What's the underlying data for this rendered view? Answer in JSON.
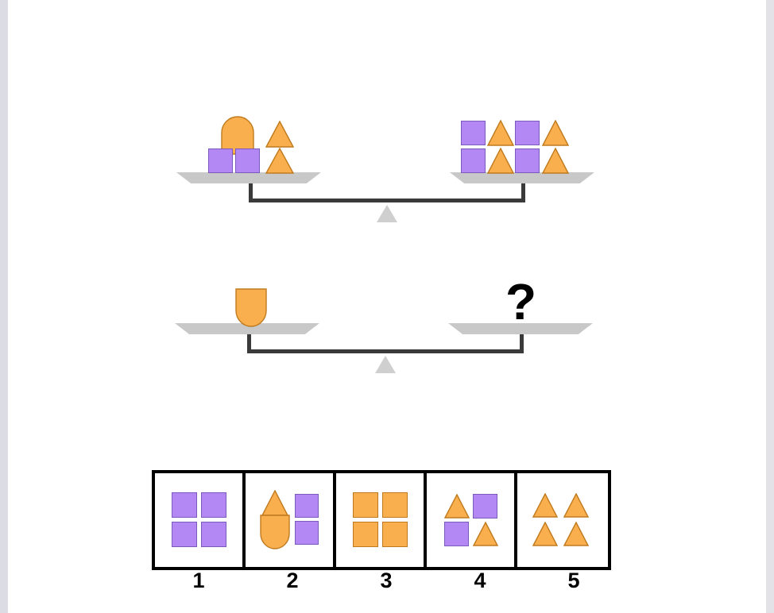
{
  "puzzle": {
    "type": "balance-scale-analogy",
    "colors": {
      "purple_fill": "#b388f5",
      "purple_stroke": "#7a5bbd",
      "orange_fill": "#f9af4e",
      "orange_stroke": "#c07a1e",
      "pan_gray": "#c8c8c8",
      "beam_dark": "#3a3a3a",
      "fulcrum_gray": "#cfcfcf",
      "box_border": "#000000",
      "page_background": "#ffffff",
      "edge_strip": "#dcdce4"
    },
    "question_mark": "?",
    "balances": [
      {
        "id": "balance-top",
        "state": "level",
        "left_pan": {
          "items": [
            {
              "shape": "dome",
              "color": "orange",
              "count": 1
            },
            {
              "shape": "square",
              "color": "purple",
              "count": 2
            },
            {
              "shape": "triangle",
              "color": "orange",
              "count": 2
            }
          ]
        },
        "right_pan": {
          "items": [
            {
              "shape": "square",
              "color": "purple",
              "count": 4
            },
            {
              "shape": "triangle",
              "color": "orange",
              "count": 4
            }
          ]
        }
      },
      {
        "id": "balance-bottom",
        "state": "level",
        "left_pan": {
          "items": [
            {
              "shape": "u-shape",
              "color": "orange",
              "count": 1
            }
          ]
        },
        "right_pan": {
          "items": [],
          "unknown": true
        }
      }
    ],
    "options": [
      {
        "number": "1",
        "contents": [
          {
            "shape": "square",
            "color": "purple",
            "count": 4,
            "layout": "2x2"
          }
        ]
      },
      {
        "number": "2",
        "contents": [
          {
            "shape": "triangle",
            "color": "orange",
            "count": 1
          },
          {
            "shape": "u-shape",
            "color": "orange",
            "count": 1
          },
          {
            "shape": "square",
            "color": "purple",
            "count": 2
          }
        ]
      },
      {
        "number": "3",
        "contents": [
          {
            "shape": "square",
            "color": "orange",
            "count": 4,
            "layout": "2x2"
          }
        ]
      },
      {
        "number": "4",
        "contents": [
          {
            "shape": "triangle",
            "color": "orange",
            "count": 2
          },
          {
            "shape": "square",
            "color": "purple",
            "count": 2
          }
        ]
      },
      {
        "number": "5",
        "contents": [
          {
            "shape": "triangle",
            "color": "orange",
            "count": 4,
            "layout": "2x2"
          }
        ]
      }
    ]
  }
}
